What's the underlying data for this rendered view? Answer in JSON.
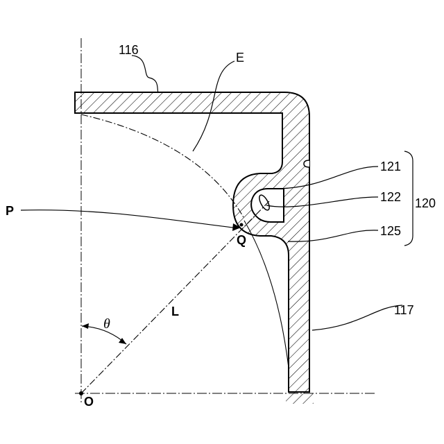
{
  "labels": {
    "part_116": "116",
    "edge_e": "E",
    "point_p": "P",
    "point_q": "Q",
    "length_l": "L",
    "angle_theta": "θ",
    "origin_o": "O",
    "part_121": "121",
    "part_122": "122",
    "part_125": "125",
    "part_120": "120",
    "part_117": "117"
  }
}
